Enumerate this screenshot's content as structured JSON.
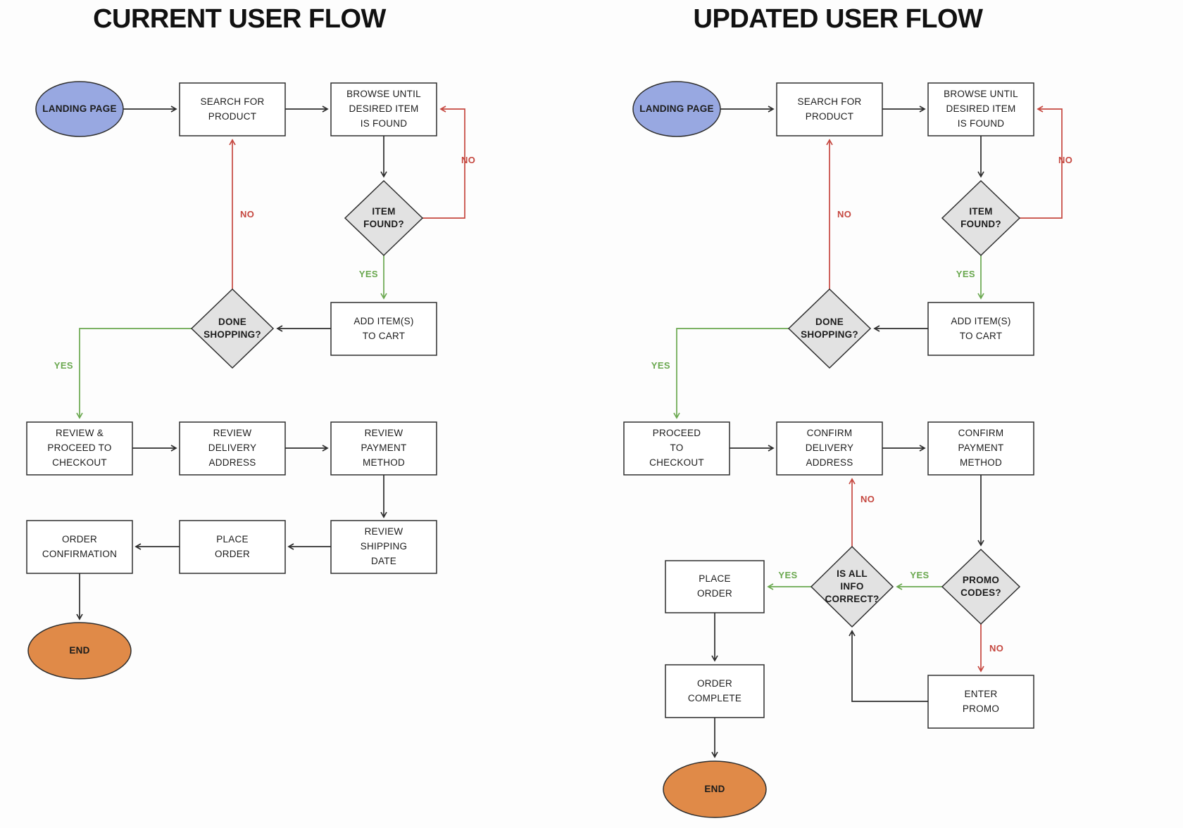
{
  "titles": {
    "left": "CURRENT USER FLOW",
    "right": "UPDATED USER FLOW"
  },
  "colors": {
    "arrow": "#2d2d2d",
    "yes_green": "#6aa84f",
    "no_red": "#c5473f",
    "start_fill": "#98a8e1",
    "end_fill": "#e08a48",
    "decision_fill": "#e2e2e2",
    "process_fill": "#ffffff"
  },
  "flows": {
    "current": {
      "nodes": {
        "landing": "LANDING PAGE",
        "search": "SEARCH FOR\nPRODUCT",
        "browse": "BROWSE UNTIL\nDESIRED ITEM\nIS FOUND",
        "item_found": "ITEM\nFOUND?",
        "add_cart": "ADD ITEM(S)\nTO CART",
        "done_shopping": "DONE\nSHOPPING?",
        "review_checkout": "REVIEW &\nPROCEED TO\nCHECKOUT",
        "review_delivery": "REVIEW\nDELIVERY\nADDRESS",
        "review_payment": "REVIEW\nPAYMENT\nMETHOD",
        "review_shipping": "REVIEW\nSHIPPING\nDATE",
        "place_order": "PLACE\nORDER",
        "order_confirmation": "ORDER\nCONFIRMATION",
        "end": "END"
      },
      "labels": {
        "item_no": "NO",
        "item_yes": "YES",
        "done_no": "NO",
        "done_yes": "YES"
      }
    },
    "updated": {
      "nodes": {
        "landing": "LANDING PAGE",
        "search": "SEARCH FOR\nPRODUCT",
        "browse": "BROWSE UNTIL\nDESIRED ITEM\nIS FOUND",
        "item_found": "ITEM\nFOUND?",
        "add_cart": "ADD ITEM(S)\nTO CART",
        "done_shopping": "DONE\nSHOPPING?",
        "proceed_checkout": "PROCEED\nTO\nCHECKOUT",
        "confirm_delivery": "CONFIRM\nDELIVERY\nADDRESS",
        "confirm_payment": "CONFIRM\nPAYMENT\nMETHOD",
        "promo_codes": "PROMO\nCODES?",
        "info_correct": "IS ALL\nINFO\nCORRECT?",
        "place_order": "PLACE\nORDER",
        "enter_promo": "ENTER\nPROMO",
        "order_complete": "ORDER\nCOMPLETE",
        "end": "END"
      },
      "labels": {
        "item_no": "NO",
        "item_yes": "YES",
        "done_no": "NO",
        "done_yes": "YES",
        "promo_yes": "YES",
        "promo_no": "NO",
        "info_yes": "YES",
        "info_no": "NO"
      }
    }
  }
}
